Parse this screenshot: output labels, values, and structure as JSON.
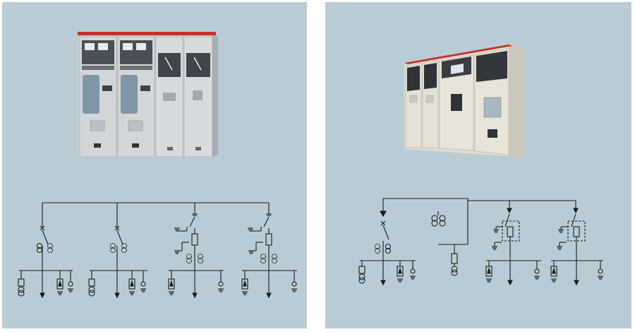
{
  "colors": {
    "background": "#b9ccd6",
    "wire": "#1a1a1a",
    "cabinet_metal": "#d4d7da",
    "cabinet_beige": "#e2ddd0",
    "accent_red": "#c8302a"
  },
  "panels": [
    {
      "id": "left",
      "photo": {
        "subject": "switchgear-4-bay",
        "cabinet_labels": [
          "",
          "",
          "",
          ""
        ]
      }
    },
    {
      "id": "right",
      "photo": {
        "subject": "switchgear-4-bay-beige",
        "cabinet_labels": [
          "",
          "",
          "",
          ""
        ]
      }
    }
  ]
}
